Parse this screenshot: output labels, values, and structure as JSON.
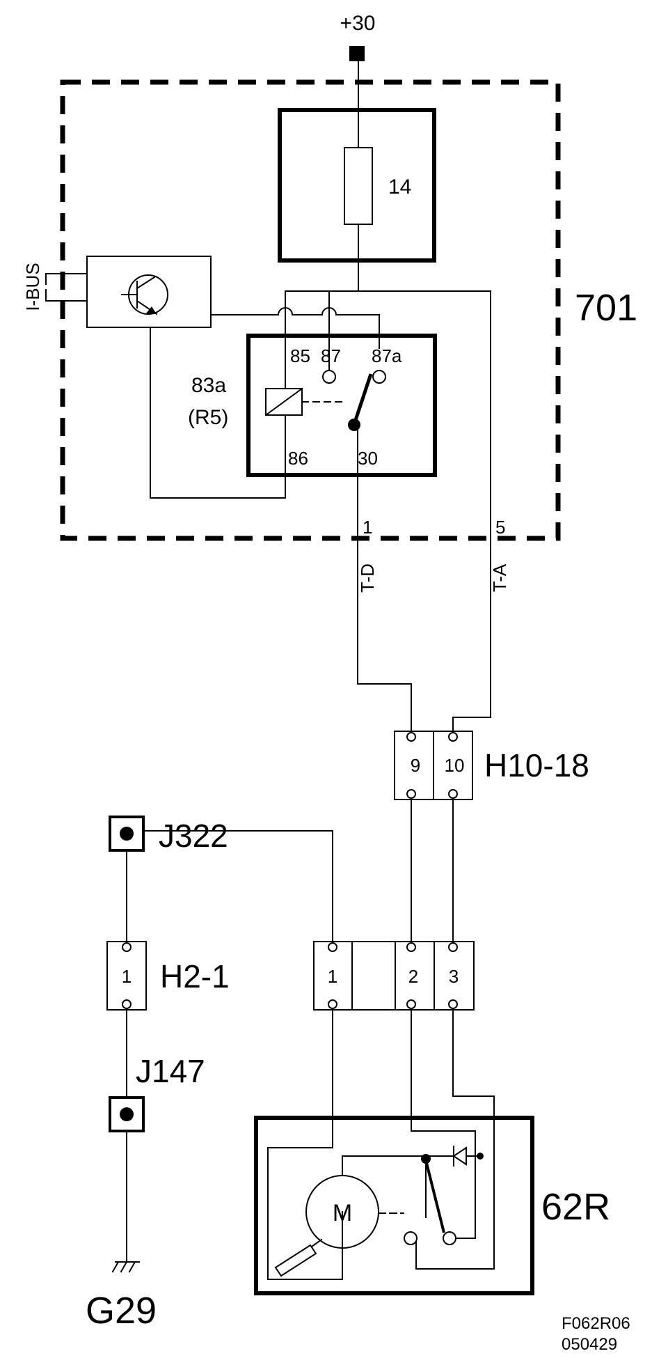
{
  "supply": {
    "label": "+30"
  },
  "control_unit": {
    "id": "701",
    "fuse": "14",
    "bus_label": "I-BUS",
    "relay": {
      "id": "83a",
      "sub_id": "(R5)",
      "pins": [
        "85",
        "87",
        "87a",
        "86",
        "30"
      ]
    },
    "outputs": [
      "1",
      "5"
    ],
    "wire_labels": [
      "T-D",
      "T-A"
    ]
  },
  "connector_h10": {
    "id": "H10-18",
    "pins": [
      "9",
      "10"
    ]
  },
  "joint_j322": {
    "id": "J322"
  },
  "connector_h2": {
    "id": "H2-1",
    "pin": "1"
  },
  "joint_j147": {
    "id": "J147"
  },
  "ground": {
    "id": "G29"
  },
  "motor_connector": {
    "pins": [
      "1",
      "2",
      "3"
    ]
  },
  "motor": {
    "id": "62R",
    "symbol": "M"
  },
  "figure_ref": {
    "code": "F062R06",
    "date": "050429"
  }
}
